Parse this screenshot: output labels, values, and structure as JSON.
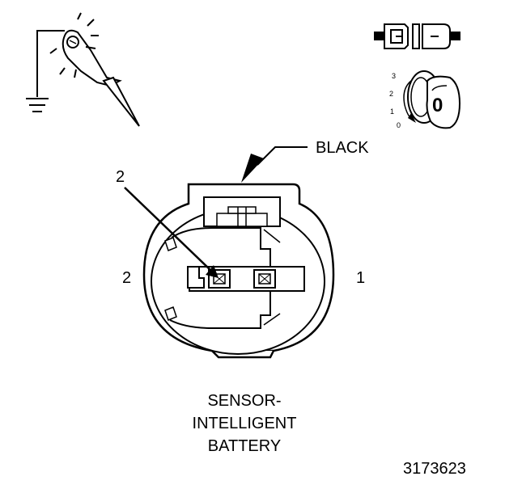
{
  "connector": {
    "color_label": "BLACK",
    "pin_number_label": "2",
    "left_cavity_label": "2",
    "right_cavity_label": "1"
  },
  "title": {
    "line1": "SENSOR-",
    "line2": "INTELLIGENT",
    "line3": "BATTERY"
  },
  "figure_number": "3173623",
  "ignition_key": {
    "positions": [
      "3",
      "2",
      "1",
      "0"
    ],
    "key_position": "0"
  },
  "icons": {
    "probe": "test-probe-ground-icon",
    "connector": "disconnected-connector-icon",
    "ignition": "ignition-key-icon"
  }
}
